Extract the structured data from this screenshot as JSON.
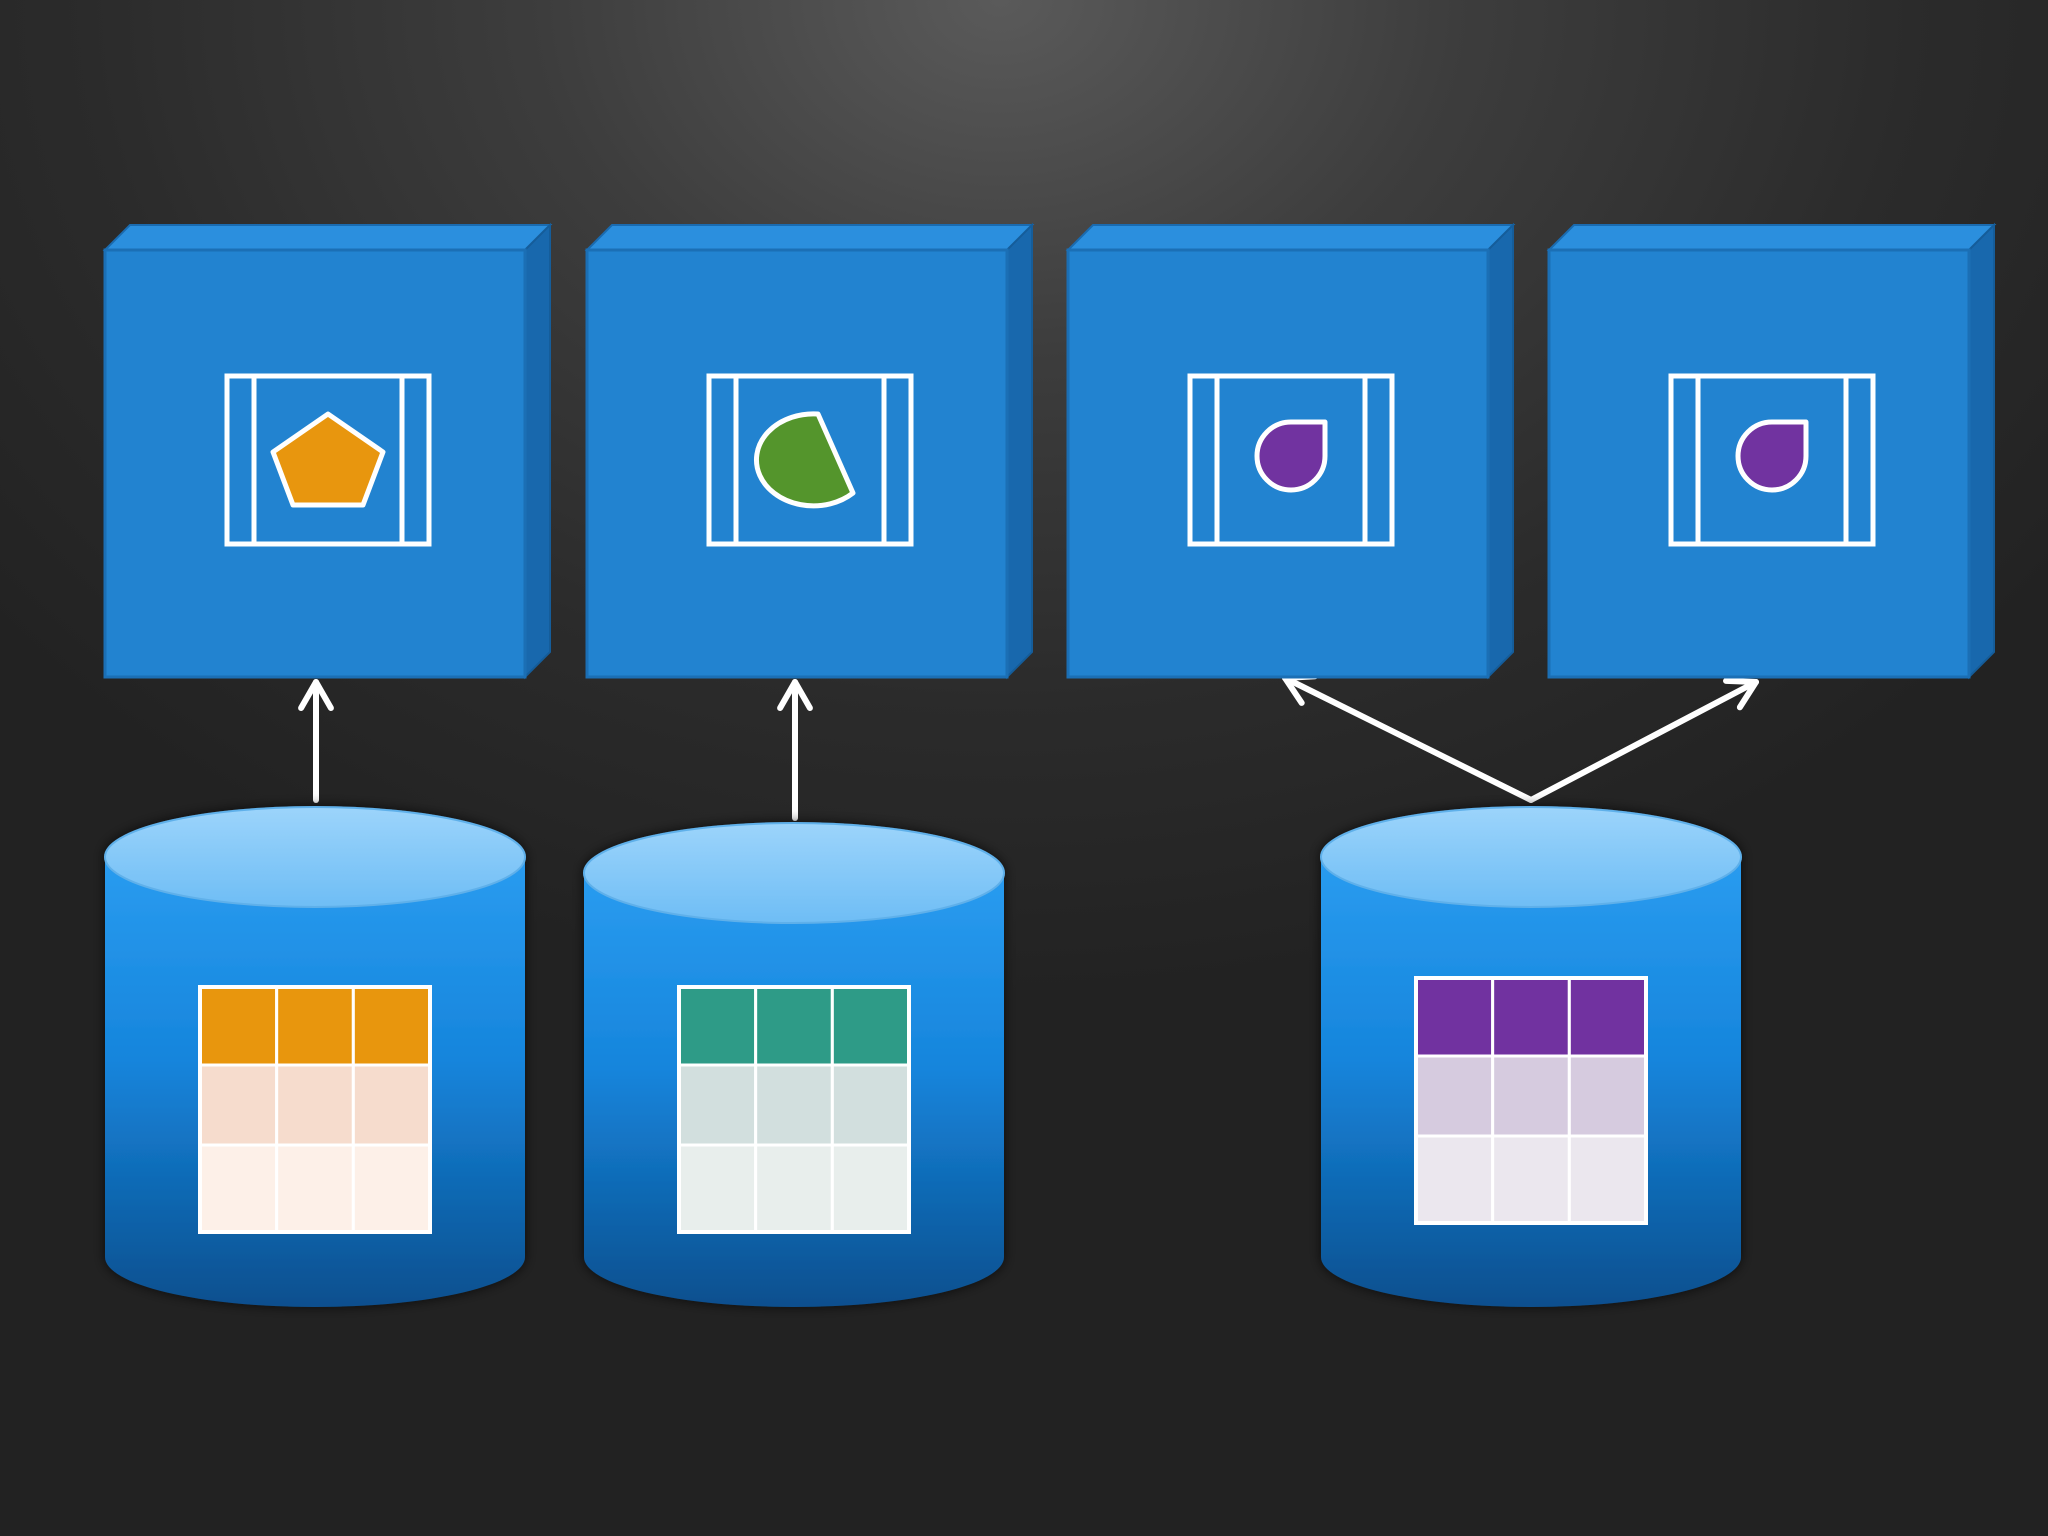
{
  "diagram": {
    "colors": {
      "background": "#2b2b2b",
      "cube_front": "#2283d0",
      "cube_top": "#2b8fde",
      "cube_side": "#1868ad",
      "arrow": "#ffffff",
      "cylinder_top": "#86c9f8",
      "cylinder_body": "#1a8be0"
    },
    "cubes": [
      {
        "icon": "pentagon-icon",
        "color": "#e8960e"
      },
      {
        "icon": "pie-slice-icon",
        "color": "#54952c"
      },
      {
        "icon": "drop-icon",
        "color": "#7133a0"
      },
      {
        "icon": "drop-icon",
        "color": "#7133a0"
      }
    ],
    "cylinders": [
      {
        "table_icon": "table-icon",
        "header_color": "#e8960e",
        "row1_color": "#f6dccd",
        "row2_color": "#fdf0e8"
      },
      {
        "table_icon": "table-icon",
        "header_color": "#2e9b87",
        "row1_color": "#d2dfde",
        "row2_color": "#e8eeec"
      },
      {
        "table_icon": "table-icon",
        "header_color": "#7133a0",
        "row1_color": "#d6cbdf",
        "row2_color": "#ebe7ee"
      }
    ],
    "connections": [
      {
        "from": "cylinder-1",
        "to": "cube-1"
      },
      {
        "from": "cylinder-2",
        "to": "cube-2"
      },
      {
        "from": "cylinder-3",
        "to": "cube-3"
      },
      {
        "from": "cylinder-3",
        "to": "cube-4"
      }
    ]
  }
}
